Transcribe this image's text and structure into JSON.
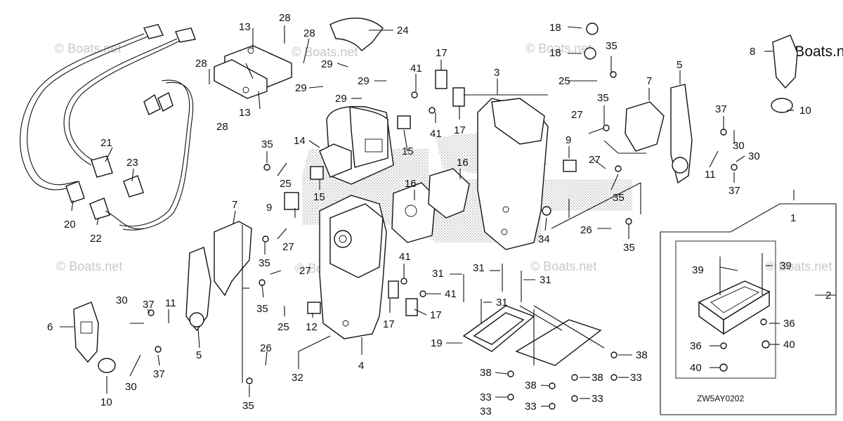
{
  "diagram": {
    "code": "ZW5AY0202",
    "watermark": "© Boats.net",
    "corner_watermark": "© Boats.n",
    "callouts": [
      {
        "id": "c28a",
        "text": "28"
      },
      {
        "id": "c13a",
        "text": "13"
      },
      {
        "id": "c28b",
        "text": "28"
      },
      {
        "id": "c24",
        "text": "24"
      },
      {
        "id": "c18a",
        "text": "18"
      },
      {
        "id": "c18b",
        "text": "18"
      },
      {
        "id": "c8",
        "text": "8"
      },
      {
        "id": "c28c",
        "text": "28"
      },
      {
        "id": "c29a",
        "text": "29"
      },
      {
        "id": "c29b",
        "text": "29"
      },
      {
        "id": "c29c",
        "text": "29"
      },
      {
        "id": "c29d",
        "text": "29"
      },
      {
        "id": "c17a",
        "text": "17"
      },
      {
        "id": "c41a",
        "text": "41"
      },
      {
        "id": "c3",
        "text": "3"
      },
      {
        "id": "c35a",
        "text": "35"
      },
      {
        "id": "c25a",
        "text": "25"
      },
      {
        "id": "c7a",
        "text": "7"
      },
      {
        "id": "c5a",
        "text": "5"
      },
      {
        "id": "c10a",
        "text": "10"
      },
      {
        "id": "c13b",
        "text": "13"
      },
      {
        "id": "c28d",
        "text": "28"
      },
      {
        "id": "c17b",
        "text": "17"
      },
      {
        "id": "c41b",
        "text": "41"
      },
      {
        "id": "c27a",
        "text": "27"
      },
      {
        "id": "c35b",
        "text": "35"
      },
      {
        "id": "c37a",
        "text": "37"
      },
      {
        "id": "c30a",
        "text": "30"
      },
      {
        "id": "c21",
        "text": "21"
      },
      {
        "id": "c14",
        "text": "14"
      },
      {
        "id": "c15a",
        "text": "15"
      },
      {
        "id": "c9a",
        "text": "9"
      },
      {
        "id": "c30b",
        "text": "30"
      },
      {
        "id": "c23",
        "text": "23"
      },
      {
        "id": "c35c",
        "text": "35"
      },
      {
        "id": "c16a",
        "text": "16"
      },
      {
        "id": "c27b",
        "text": "27"
      },
      {
        "id": "c11a",
        "text": "11"
      },
      {
        "id": "c25b",
        "text": "25"
      },
      {
        "id": "c15b",
        "text": "15"
      },
      {
        "id": "c16b",
        "text": "16"
      },
      {
        "id": "c35d",
        "text": "35"
      },
      {
        "id": "c37b",
        "text": "37"
      },
      {
        "id": "c1",
        "text": "1"
      },
      {
        "id": "c9b",
        "text": "9"
      },
      {
        "id": "c20",
        "text": "20"
      },
      {
        "id": "c22",
        "text": "22"
      },
      {
        "id": "c7b",
        "text": "7"
      },
      {
        "id": "c27c",
        "text": "27"
      },
      {
        "id": "c26a",
        "text": "26"
      },
      {
        "id": "c34",
        "text": "34"
      },
      {
        "id": "c35e",
        "text": "35"
      },
      {
        "id": "c35f",
        "text": "35"
      },
      {
        "id": "c41c",
        "text": "41"
      },
      {
        "id": "c31a",
        "text": "31"
      },
      {
        "id": "c31b",
        "text": "31"
      },
      {
        "id": "c31c",
        "text": "31"
      },
      {
        "id": "c39a",
        "text": "39"
      },
      {
        "id": "c39b",
        "text": "39"
      },
      {
        "id": "c27d",
        "text": "27"
      },
      {
        "id": "c35g",
        "text": "35"
      },
      {
        "id": "c37c",
        "text": "37"
      },
      {
        "id": "c41d",
        "text": "41"
      },
      {
        "id": "c31d",
        "text": "31"
      },
      {
        "id": "c2",
        "text": "2"
      },
      {
        "id": "c30c",
        "text": "30"
      },
      {
        "id": "c11b",
        "text": "11"
      },
      {
        "id": "c6",
        "text": "6"
      },
      {
        "id": "c25c",
        "text": "25"
      },
      {
        "id": "c17c",
        "text": "17"
      },
      {
        "id": "c17d",
        "text": "17"
      },
      {
        "id": "c12",
        "text": "12"
      },
      {
        "id": "c36a",
        "text": "36"
      },
      {
        "id": "c19",
        "text": "19"
      },
      {
        "id": "c38a",
        "text": "38"
      },
      {
        "id": "c36b",
        "text": "36"
      },
      {
        "id": "c40a",
        "text": "40"
      },
      {
        "id": "c5b",
        "text": "5"
      },
      {
        "id": "c4",
        "text": "4"
      },
      {
        "id": "c26b",
        "text": "26"
      },
      {
        "id": "c30d",
        "text": "30"
      },
      {
        "id": "c37d",
        "text": "37"
      },
      {
        "id": "c32",
        "text": "32"
      },
      {
        "id": "c38b",
        "text": "38"
      },
      {
        "id": "c38c",
        "text": "38"
      },
      {
        "id": "c33a",
        "text": "33"
      },
      {
        "id": "c38d",
        "text": "38"
      },
      {
        "id": "c33b",
        "text": "33"
      },
      {
        "id": "c40b",
        "text": "40"
      },
      {
        "id": "c10b",
        "text": "10"
      },
      {
        "id": "c33c",
        "text": "33"
      },
      {
        "id": "c33d",
        "text": "33"
      },
      {
        "id": "c33e",
        "text": "33"
      },
      {
        "id": "c35h",
        "text": "35"
      }
    ]
  }
}
